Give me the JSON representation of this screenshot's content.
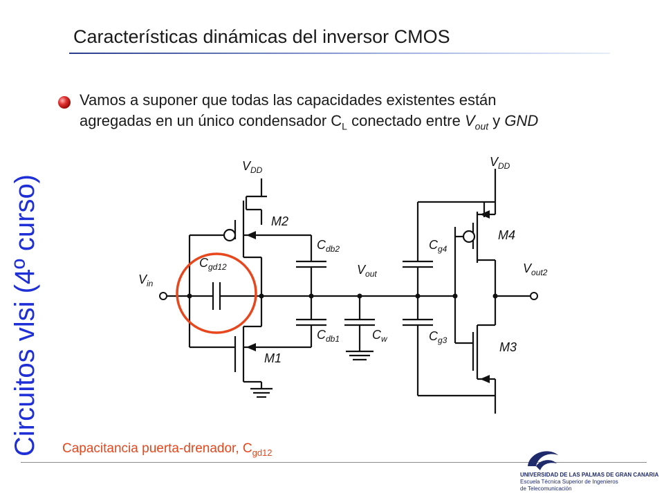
{
  "slide": {
    "title": "Características dinámicas del inversor CMOS",
    "side_label": "Circuitos vlsi (4º curso)",
    "bullet": {
      "line1": "Vamos a suponer que todas las capacidades existentes están",
      "line2_part1": "agregadas en un único condensador C",
      "line2_sub": "L",
      "line2_part2": " conectado entre ",
      "vout_v": "V",
      "vout_sub": "out",
      "line2_part3": " y ",
      "gnd": "GND"
    },
    "caption_main": "Capacitancia puerta-drenador, C",
    "caption_sub": "gd12",
    "colors": {
      "title_text": "#1a1a1a",
      "side_label": "#1f2fd8",
      "caption": "#e8461c",
      "highlight_circle": "#e8461c",
      "wire": "#111111",
      "logo": "#1f2a6b"
    }
  },
  "circuit": {
    "vdd_left": "V",
    "vdd_left_sub": "DD",
    "vdd_right": "V",
    "vdd_right_sub": "DD",
    "m2": "M2",
    "m1": "M1",
    "m4": "M4",
    "m3": "M3",
    "vin": "V",
    "vin_sub": "in",
    "vout": "V",
    "vout_sub": "out",
    "vout2": "V",
    "vout2_sub": "out2",
    "cgd12": "C",
    "cgd12_sub": "gd12",
    "cdb2": "C",
    "cdb2_sub": "db2",
    "cdb1": "C",
    "cdb1_sub": "db1",
    "cw": "C",
    "cw_sub": "w",
    "cg4": "C",
    "cg4_sub": "g4",
    "cg3": "C",
    "cg3_sub": "g3"
  },
  "logo": {
    "line1": "UNIVERSIDAD DE LAS PALMAS DE GRAN CANARIA",
    "line2": "Escuela Técnica Superior de Ingenieros",
    "line3": "de Telecomunicación"
  }
}
